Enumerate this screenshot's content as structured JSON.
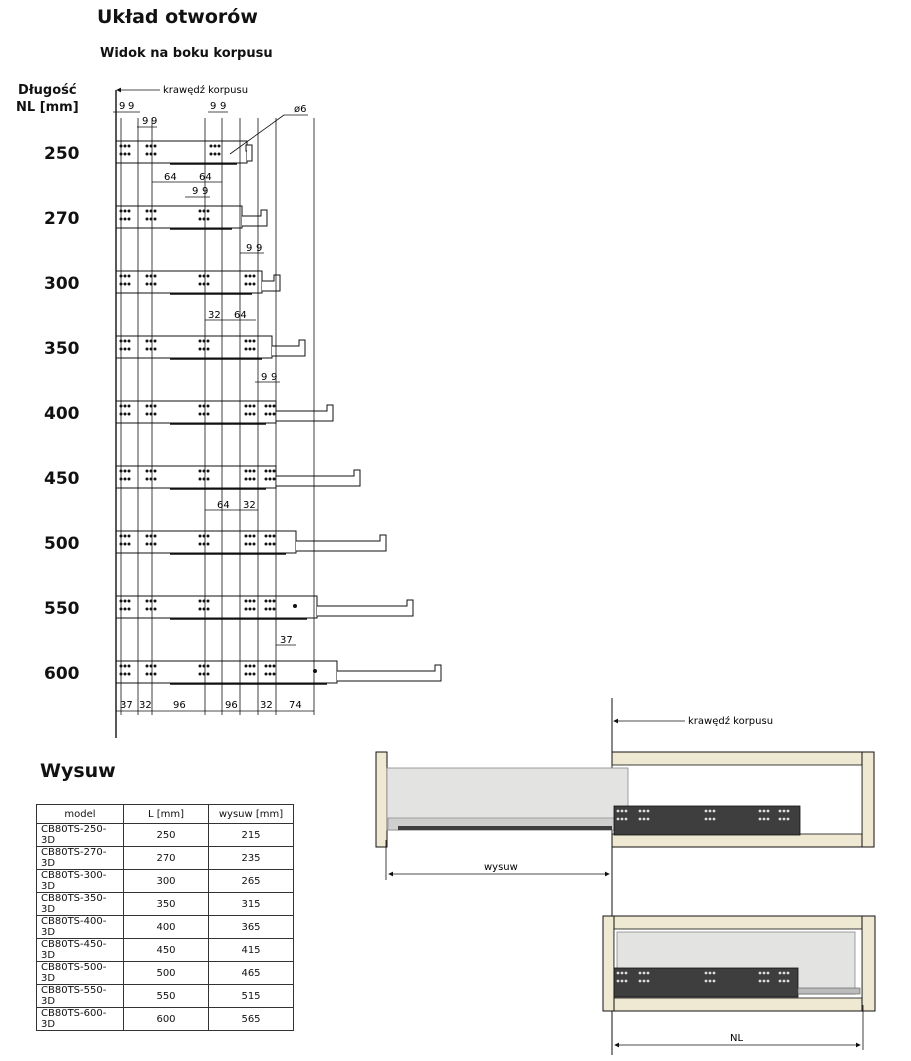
{
  "header": {
    "title": "Układ otworów",
    "subtitle": "Widok na boku korpusu",
    "length_label_line1": "Długość",
    "length_label_line2": "NL [mm]"
  },
  "hole_diagram": {
    "edge_label": "krawędź korpusu",
    "hole_diameter_label": "ø6",
    "rows": [
      "250",
      "270",
      "300",
      "350",
      "400",
      "450",
      "500",
      "550",
      "600"
    ],
    "dimensions": {
      "top_spacing_a": "9",
      "top_spacing_b": "9",
      "label_64": "64",
      "label_32": "32",
      "label_37": "37",
      "bottom_chain": [
        "37",
        "32",
        "96",
        "96",
        "32",
        "74"
      ]
    }
  },
  "wysuw": {
    "title": "Wysuw",
    "columns": [
      "model",
      "L [mm]",
      "wysuw [mm]"
    ],
    "rows": [
      {
        "model": "CB80TS-250-3D",
        "l": "250",
        "wysuw": "215"
      },
      {
        "model": "CB80TS-270-3D",
        "l": "270",
        "wysuw": "235"
      },
      {
        "model": "CB80TS-300-3D",
        "l": "300",
        "wysuw": "265"
      },
      {
        "model": "CB80TS-350-3D",
        "l": "350",
        "wysuw": "315"
      },
      {
        "model": "CB80TS-400-3D",
        "l": "400",
        "wysuw": "365"
      },
      {
        "model": "CB80TS-450-3D",
        "l": "450",
        "wysuw": "415"
      },
      {
        "model": "CB80TS-500-3D",
        "l": "500",
        "wysuw": "465"
      },
      {
        "model": "CB80TS-550-3D",
        "l": "550",
        "wysuw": "515"
      },
      {
        "model": "CB80TS-600-3D",
        "l": "600",
        "wysuw": "565"
      }
    ]
  },
  "drawer_views": {
    "edge_label": "krawędź korpusu",
    "extension_label": "wysuw",
    "nl_label": "NL"
  },
  "colors": {
    "line": "#111111",
    "cabinet_fill": "#efe8d2",
    "drawer_fill": "#e3e4e2",
    "rail_fill": "#3e3e3e"
  }
}
